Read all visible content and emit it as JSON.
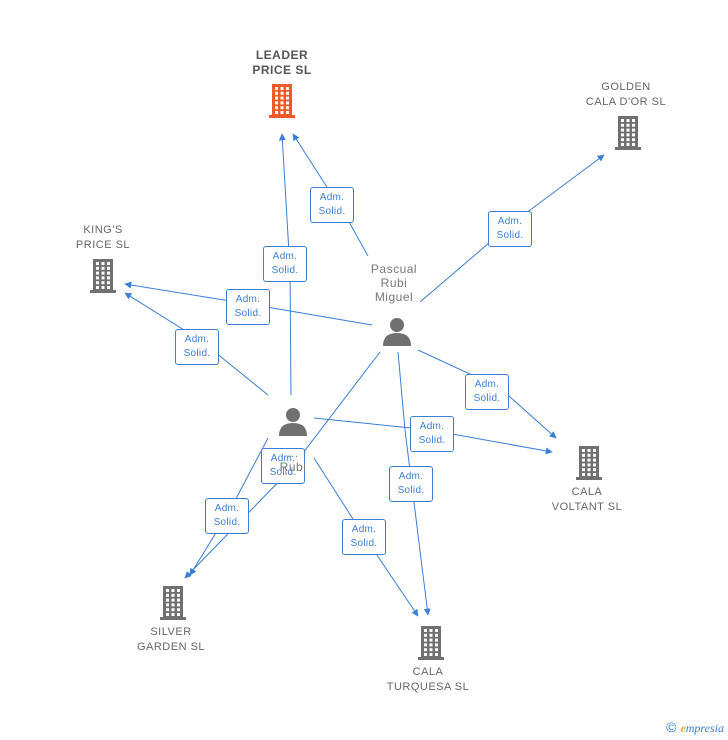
{
  "companies": [
    {
      "id": "leader",
      "name": "LEADER\nPRICE SL",
      "main": true,
      "color": "#f05a28"
    },
    {
      "id": "golden",
      "name": "GOLDEN\nCALA D'OR SL",
      "main": false,
      "color": "#707070"
    },
    {
      "id": "kings",
      "name": "KING'S\nPRICE SL",
      "main": false,
      "color": "#707070"
    },
    {
      "id": "voltant",
      "name": "CALA\nVOLTANT SL",
      "main": false,
      "color": "#707070"
    },
    {
      "id": "silver",
      "name": "SILVER\nGARDEN SL",
      "main": false,
      "color": "#707070"
    },
    {
      "id": "turquesa",
      "name": "CALA\nTURQUESA SL",
      "main": false,
      "color": "#707070"
    }
  ],
  "persons": [
    {
      "id": "pascual",
      "name": "Pascual\nRubi\nMiguel"
    },
    {
      "id": "ruiz",
      "name": "...\nRubi"
    }
  ],
  "edges": [
    {
      "from": "pascual",
      "to": "leader",
      "label": "Adm.\nSolid."
    },
    {
      "from": "pascual",
      "to": "golden",
      "label": "Adm.\nSolid."
    },
    {
      "from": "pascual",
      "to": "kings",
      "label": "Adm.\nSolid."
    },
    {
      "from": "pascual",
      "to": "voltant",
      "label": "Adm.\nSolid."
    },
    {
      "from": "pascual",
      "to": "turquesa",
      "label": "Adm.\nSolid."
    },
    {
      "from": "pascual",
      "to": "silver",
      "label": "Adm.\nSolid."
    },
    {
      "from": "ruiz",
      "to": "leader",
      "label": "Adm.\nSolid."
    },
    {
      "from": "ruiz",
      "to": "kings",
      "label": "Adm.\nSolid."
    },
    {
      "from": "ruiz",
      "to": "voltant",
      "label": "Adm.\nSolid."
    },
    {
      "from": "ruiz",
      "to": "turquesa",
      "label": "Adm.\nSolid."
    },
    {
      "from": "ruiz",
      "to": "silver",
      "label": "Adm.\nSolid."
    }
  ],
  "footer": {
    "copyright": "©",
    "brand_first": "e",
    "brand_rest": "mpresia"
  },
  "colors": {
    "edge": "#3a7fd5",
    "person": "#707070"
  }
}
